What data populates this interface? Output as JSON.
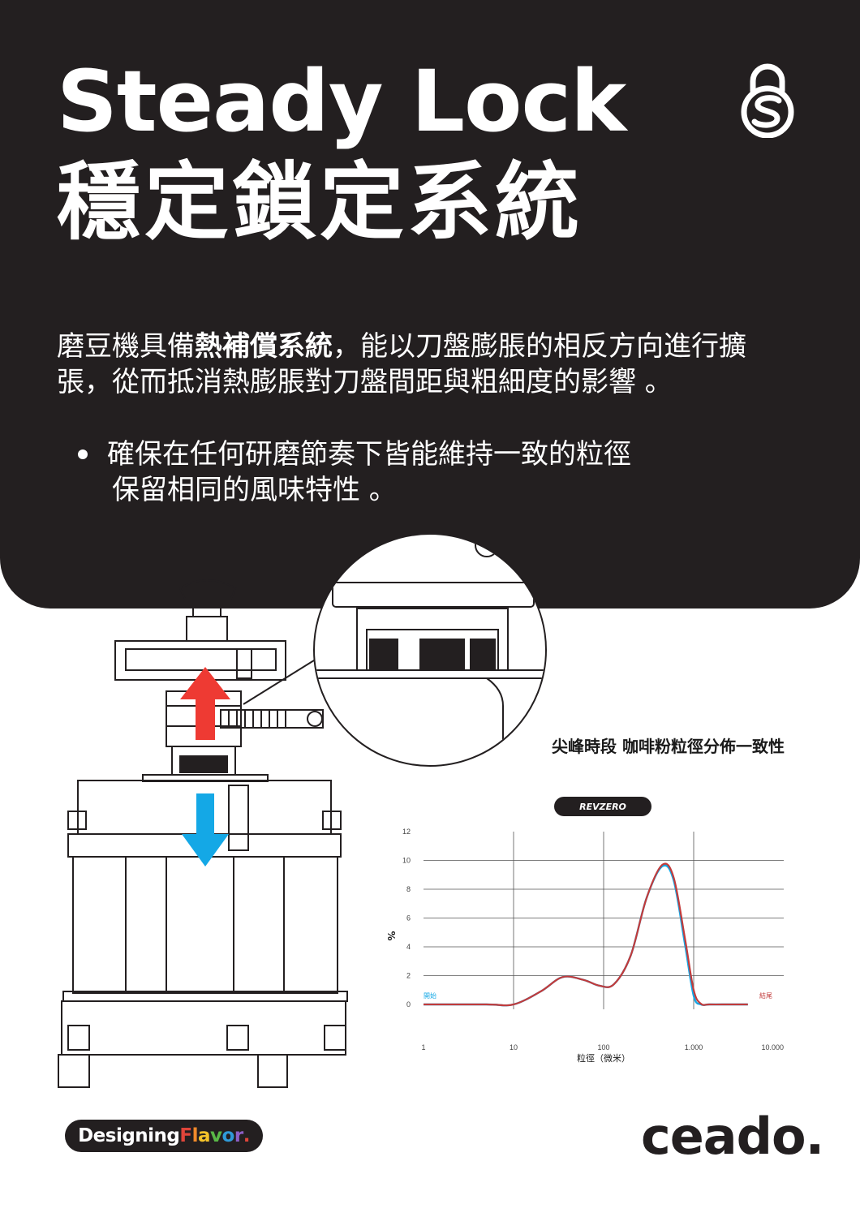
{
  "header": {
    "title_en": "Steady Lock",
    "title_zh": "穩定鎖定系統",
    "logo_icon": "steady-lock-padlock-icon",
    "intro_part1": "磨豆機具備",
    "intro_bold": "熱補償系統",
    "intro_part2": "，能以刀盤膨脹的相反方向進行擴張，從而抵消熱膨脹對刀盤間距與粗細度的影響 。",
    "bullets": [
      {
        "line1": "確保在任何研磨節奏下皆能維持一致的粒徑",
        "line2": "保留相同的風味特性 。"
      }
    ]
  },
  "illustration": {
    "icons": [
      "grinder-diagram-icon",
      "red-up-arrow-icon",
      "blue-down-arrow-icon",
      "burr-detail-magnifier-icon"
    ],
    "colors": {
      "up_arrow": "#ee3a33",
      "down_arrow": "#14a8e6"
    }
  },
  "chart_data": {
    "type": "line",
    "title": "尖峰時段 咖啡粉粒徑分佈一致性",
    "legend_label": "REVZERO",
    "xlabel": "粒徑（微米）",
    "ylabel": "%",
    "x_scale": "log",
    "xlim": [
      1,
      10000
    ],
    "ylim": [
      0,
      12
    ],
    "x_ticks": [
      {
        "value": 1,
        "label": "1"
      },
      {
        "value": 10,
        "label": "10"
      },
      {
        "value": 100,
        "label": "100"
      },
      {
        "value": 1000,
        "label": "1.000"
      },
      {
        "value": 10000,
        "label": "10.000"
      }
    ],
    "y_ticks": [
      0,
      2,
      4,
      6,
      8,
      10,
      12
    ],
    "grid": true,
    "annotations": [
      {
        "text": "開始",
        "x": 1,
        "color": "#14a8e6"
      },
      {
        "text": "結尾",
        "x": 10000,
        "color": "#c23b3b"
      }
    ],
    "series": [
      {
        "color": "#14a8e6",
        "x": [
          1,
          5,
          10,
          20,
          35,
          60,
          90,
          130,
          200,
          300,
          450,
          600,
          800,
          1000,
          1200,
          1500,
          2500,
          4000
        ],
        "y": [
          0,
          0,
          0,
          0.9,
          1.9,
          1.7,
          1.3,
          1.4,
          3.4,
          7.4,
          9.6,
          8.6,
          4.2,
          0.6,
          0,
          0,
          0,
          0
        ]
      },
      {
        "color": "#c23b3b",
        "x": [
          1,
          5,
          10,
          20,
          35,
          60,
          90,
          130,
          200,
          300,
          450,
          600,
          800,
          1000,
          1200,
          1500,
          2500,
          4000
        ],
        "y": [
          0,
          0,
          0,
          0.9,
          1.9,
          1.7,
          1.3,
          1.4,
          3.4,
          7.4,
          9.7,
          8.8,
          4.6,
          1.0,
          0.05,
          0,
          0,
          0
        ]
      }
    ]
  },
  "footer": {
    "badge_word1": "Designing",
    "badge_word2": [
      "F",
      "l",
      "a",
      "v",
      "o",
      "r",
      "."
    ],
    "brand": "ceado."
  }
}
